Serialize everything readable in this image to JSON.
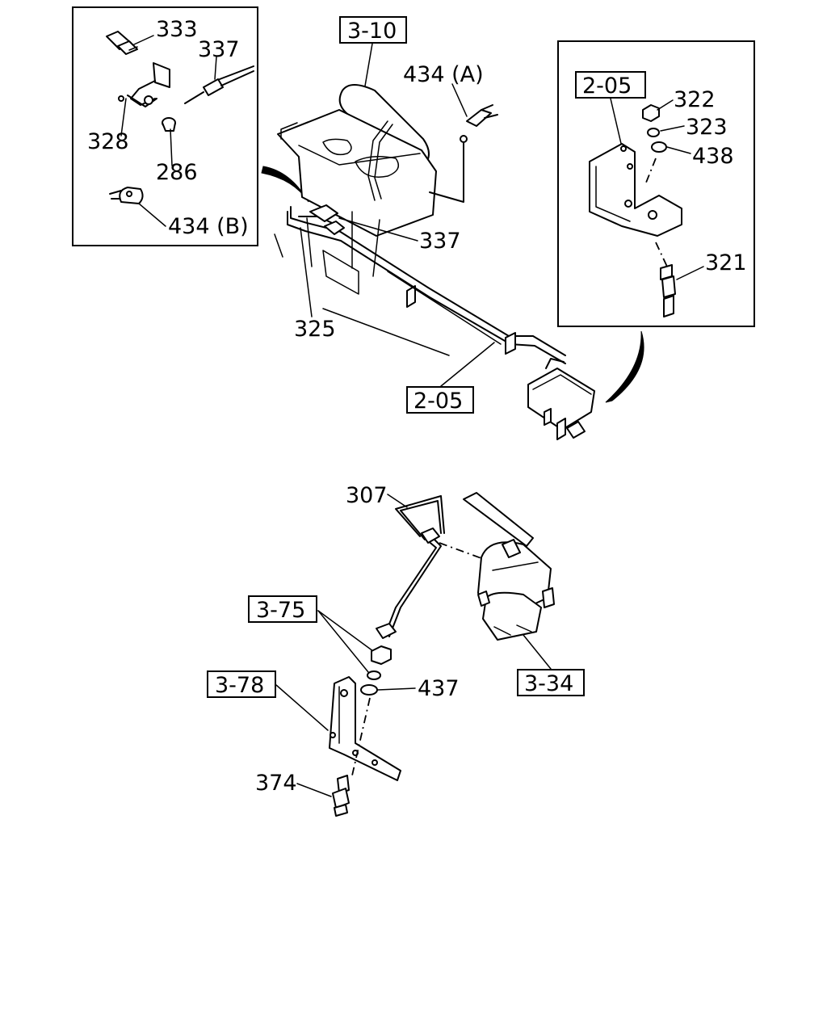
{
  "inset_left": {
    "callouts": {
      "c333": "333",
      "c337": "337",
      "c328": "328",
      "c286": "286",
      "c434b": "434 (B)"
    }
  },
  "inset_right": {
    "ref_205": "2-05",
    "callouts": {
      "c322": "322",
      "c323": "323",
      "c438": "438",
      "c321": "321"
    }
  },
  "upper_assembly": {
    "ref_310": "3-10",
    "ref_205": "2-05",
    "callouts": {
      "c434a": "434 (A)",
      "c337": "337",
      "c325": "325"
    }
  },
  "lower_assembly": {
    "ref_375": "3-75",
    "ref_378": "3-78",
    "ref_334": "3-34",
    "callouts": {
      "c307": "307",
      "c437": "437",
      "c374": "374"
    }
  }
}
